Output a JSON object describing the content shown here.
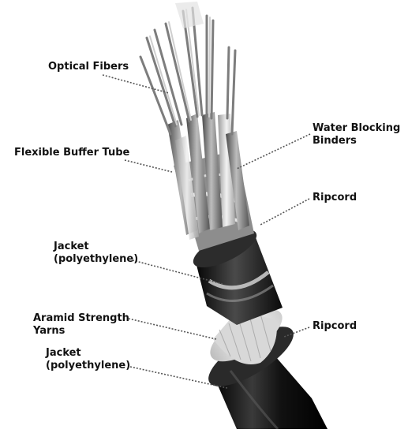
{
  "labels": {
    "optical_fibers": "Optical Fibers",
    "flexible_buffer_tube": "Flexible Buffer Tube",
    "water_blocking_line1": "Water Blocking",
    "water_blocking_line2": "Binders",
    "ripcord_upper": "Ripcord",
    "jacket_inner_line1": "Jacket",
    "jacket_inner_line2": "(polyethylene)",
    "aramid_line1": "Aramid Strength",
    "aramid_line2": "Yarns",
    "ripcord_lower": "Ripcord",
    "jacket_outer_line1": "Jacket",
    "jacket_outer_line2": "(polyethylene)"
  },
  "colors": {
    "outer_jacket": "#141414",
    "inner_jacket": "#1c1c1c",
    "aramid_yarn": "#e6e6e6",
    "buffer_tube": "#8a8a8a",
    "fiber": "#b9b9b9",
    "leader_line": "#555555"
  }
}
